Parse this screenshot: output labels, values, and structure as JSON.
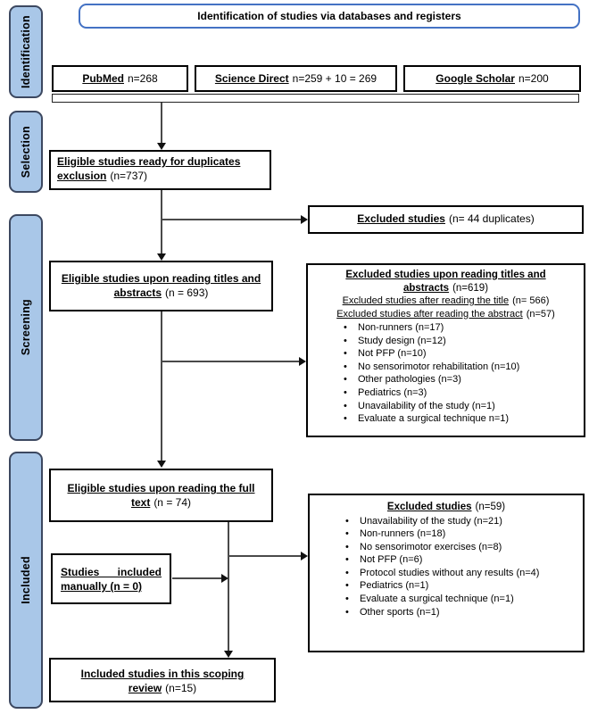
{
  "header": {
    "title": "Identification of studies via databases and registers"
  },
  "sidebar": {
    "stages": [
      "Identification",
      "Selection",
      "Screening",
      "Included"
    ]
  },
  "sources": [
    {
      "name": "PubMed",
      "count": "n=268"
    },
    {
      "name": "Science Direct",
      "count": "n=259 + 10 = 269"
    },
    {
      "name": "Google Scholar",
      "count": "n=200"
    }
  ],
  "flow": {
    "duplicates_ready": {
      "title": "Eligible studies ready for duplicates exclusion",
      "count": "(n=737)"
    },
    "titles_abstracts": {
      "title": "Eligible studies upon reading titles and abstracts",
      "count": "(n = 693)"
    },
    "full_text": {
      "title": "Eligible studies upon reading the full text",
      "count": "(n = 74)"
    },
    "manual": {
      "title": "Studies included manually (n = 0)"
    },
    "included": {
      "title": "Included studies in this scoping review",
      "count": "(n=15)"
    }
  },
  "excluded": {
    "duplicates": {
      "title": "Excluded studies",
      "count": "(n= 44 duplicates)"
    },
    "screening": {
      "title": "Excluded studies upon reading titles and abstracts",
      "count": "(n=619)",
      "sub1_label": "Excluded studies after reading the title",
      "sub1_count": "(n= 566)",
      "sub2_label": "Excluded studies after reading the abstract",
      "sub2_count": "(n=57)",
      "bullets": [
        "Non-runners (n=17)",
        "Study design (n=12)",
        "Not PFP (n=10)",
        "No sensorimotor rehabilitation (n=10)",
        "Other pathologies (n=3)",
        "Pediatrics (n=3)",
        "Unavailability of the study (n=1)",
        "Evaluate a surgical technique n=1)"
      ]
    },
    "full_text": {
      "title": "Excluded studies",
      "count": "(n=59)",
      "bullets": [
        "Unavailability of the study (n=21)",
        "Non-runners (n=18)",
        "No sensorimotor exercises (n=8)",
        "Not PFP (n=6)",
        "Protocol studies without any results (n=4)",
        "Pediatrics (n=1)",
        "Evaluate a surgical technique (n=1)",
        "Other sports (n=1)"
      ]
    }
  },
  "colors": {
    "sidebar_fill": "#a9c7e8",
    "sidebar_border": "#3c4860",
    "header_border": "#4472c4",
    "box_border": "#000000"
  }
}
